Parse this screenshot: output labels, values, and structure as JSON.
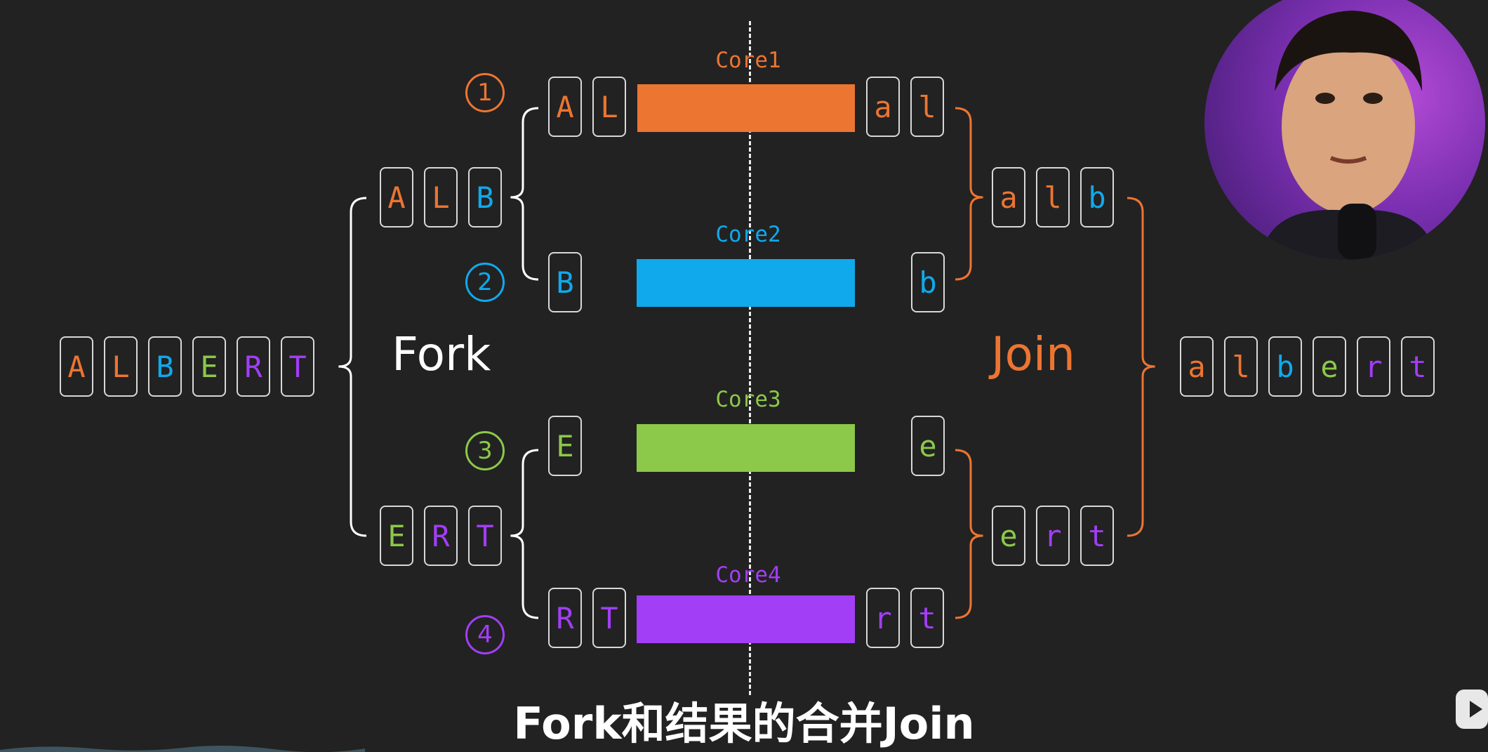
{
  "colors": {
    "orange": "#ec7532",
    "blue": "#10a9ec",
    "green": "#8cc849",
    "purple": "#a23ef6",
    "white": "#ffffff",
    "box_border": "#d8d8d8"
  },
  "fork_label": "Fork",
  "join_label": "Join",
  "subtitle": "Fork和结果的合并Join",
  "input": {
    "letters": [
      [
        "A",
        "orange"
      ],
      [
        "L",
        "orange"
      ],
      [
        "B",
        "blue"
      ],
      [
        "E",
        "green"
      ],
      [
        "R",
        "purple"
      ],
      [
        "T",
        "purple"
      ]
    ]
  },
  "output": {
    "letters": [
      [
        "a",
        "orange"
      ],
      [
        "l",
        "orange"
      ],
      [
        "b",
        "blue"
      ],
      [
        "e",
        "green"
      ],
      [
        "r",
        "purple"
      ],
      [
        "t",
        "purple"
      ]
    ]
  },
  "fork_mid": [
    {
      "letters": [
        [
          "A",
          "orange"
        ],
        [
          "L",
          "orange"
        ],
        [
          "B",
          "blue"
        ]
      ]
    },
    {
      "letters": [
        [
          "E",
          "green"
        ],
        [
          "R",
          "purple"
        ],
        [
          "T",
          "purple"
        ]
      ]
    }
  ],
  "join_mid": [
    {
      "letters": [
        [
          "a",
          "orange"
        ],
        [
          "l",
          "orange"
        ],
        [
          "b",
          "blue"
        ]
      ]
    },
    {
      "letters": [
        [
          "e",
          "green"
        ],
        [
          "r",
          "purple"
        ],
        [
          "t",
          "purple"
        ]
      ]
    }
  ],
  "cores": [
    {
      "label": "Core1",
      "color": "orange",
      "number": "1",
      "in": [
        [
          "A",
          "orange"
        ],
        [
          "L",
          "orange"
        ]
      ],
      "out": [
        [
          "a",
          "orange"
        ],
        [
          "l",
          "orange"
        ]
      ]
    },
    {
      "label": "Core2",
      "color": "blue",
      "number": "2",
      "in": [
        [
          "B",
          "blue"
        ]
      ],
      "out": [
        [
          "b",
          "blue"
        ]
      ]
    },
    {
      "label": "Core3",
      "color": "green",
      "number": "3",
      "in": [
        [
          "E",
          "green"
        ]
      ],
      "out": [
        [
          "e",
          "green"
        ]
      ]
    },
    {
      "label": "Core4",
      "color": "purple",
      "number": "4",
      "in": [
        [
          "R",
          "purple"
        ],
        [
          "T",
          "purple"
        ]
      ],
      "out": [
        [
          "r",
          "purple"
        ],
        [
          "t",
          "purple"
        ]
      ]
    }
  ],
  "icons": {
    "webcam": "presenter-webcam-image",
    "player": "video-player-icon"
  }
}
